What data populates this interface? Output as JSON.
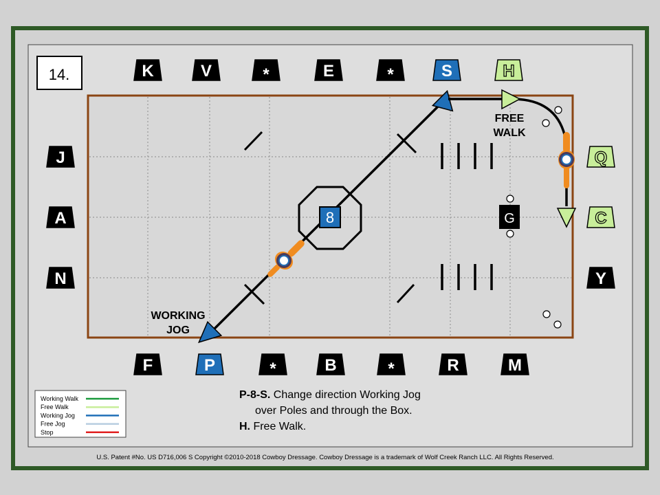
{
  "pattern_number": "14.",
  "letters_top": [
    "K",
    "V",
    "*",
    "E",
    "*",
    "S",
    "H"
  ],
  "letters_bottom": [
    "F",
    "P",
    "*",
    "B",
    "*",
    "R",
    "M"
  ],
  "letters_left": [
    "J",
    "A",
    "N"
  ],
  "letters_right": [
    "Q",
    "C",
    "Y"
  ],
  "center_box_label": "8",
  "g_label": "G",
  "labels": {
    "free_walk": [
      "FREE",
      "WALK"
    ],
    "working_jog": [
      "WORKING",
      "JOG"
    ]
  },
  "legend": [
    {
      "label": "Working Walk",
      "color": "#1a9a3c"
    },
    {
      "label": "Free Walk",
      "color": "#c8ee9a"
    },
    {
      "label": "Working Jog",
      "color": "#1f6fb8"
    },
    {
      "label": "Free Jog",
      "color": "#b8cde0"
    },
    {
      "label": "Stop",
      "color": "#e02020"
    }
  ],
  "instructions": {
    "line1_bold": "P-8-S.",
    "line1_rest": " Change direction Working Jog",
    "line2": "over Poles and through the Box.",
    "line3_bold": "H.",
    "line3_rest": " Free Walk."
  },
  "footer": "U.S. Patent #No. US D716,006 S  Copyright ©2010-2018 Cowboy Dressage. Cowboy Dressage is a trademark of Wolf Creek Ranch LLC. All Rights Reserved.",
  "colors": {
    "frame_green": "#2e5a26",
    "arena_brown": "#8b4513",
    "working_jog_blue": "#1f6fb8",
    "free_walk_green": "#c8ee9a",
    "grid": "#999999"
  }
}
